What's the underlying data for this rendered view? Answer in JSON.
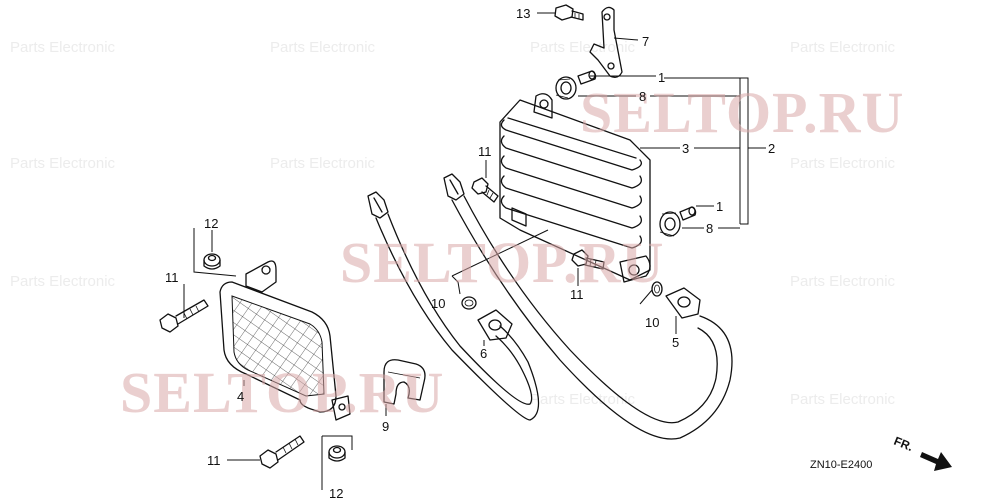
{
  "diagram": {
    "drawing_code": "ZN10-E2400",
    "direction_marker": "FR.",
    "watermark_text": "SELTOP.RU",
    "faint_watermark_text": "Parts Electronic",
    "labels": [
      {
        "id": "l13",
        "text": "13"
      },
      {
        "id": "l7",
        "text": "7"
      },
      {
        "id": "l1a",
        "text": "1"
      },
      {
        "id": "l8a",
        "text": "8"
      },
      {
        "id": "l3",
        "text": "3"
      },
      {
        "id": "l2",
        "text": "2"
      },
      {
        "id": "l11a",
        "text": "11"
      },
      {
        "id": "l1b",
        "text": "1"
      },
      {
        "id": "l8b",
        "text": "8"
      },
      {
        "id": "l12a",
        "text": "12"
      },
      {
        "id": "l11b",
        "text": "11"
      },
      {
        "id": "l11c",
        "text": "11"
      },
      {
        "id": "l10a",
        "text": "10"
      },
      {
        "id": "l10b",
        "text": "10"
      },
      {
        "id": "l6",
        "text": "6"
      },
      {
        "id": "l5",
        "text": "5"
      },
      {
        "id": "l4",
        "text": "4"
      },
      {
        "id": "l9",
        "text": "9"
      },
      {
        "id": "l11d",
        "text": "11"
      },
      {
        "id": "l12b",
        "text": "12"
      }
    ]
  }
}
